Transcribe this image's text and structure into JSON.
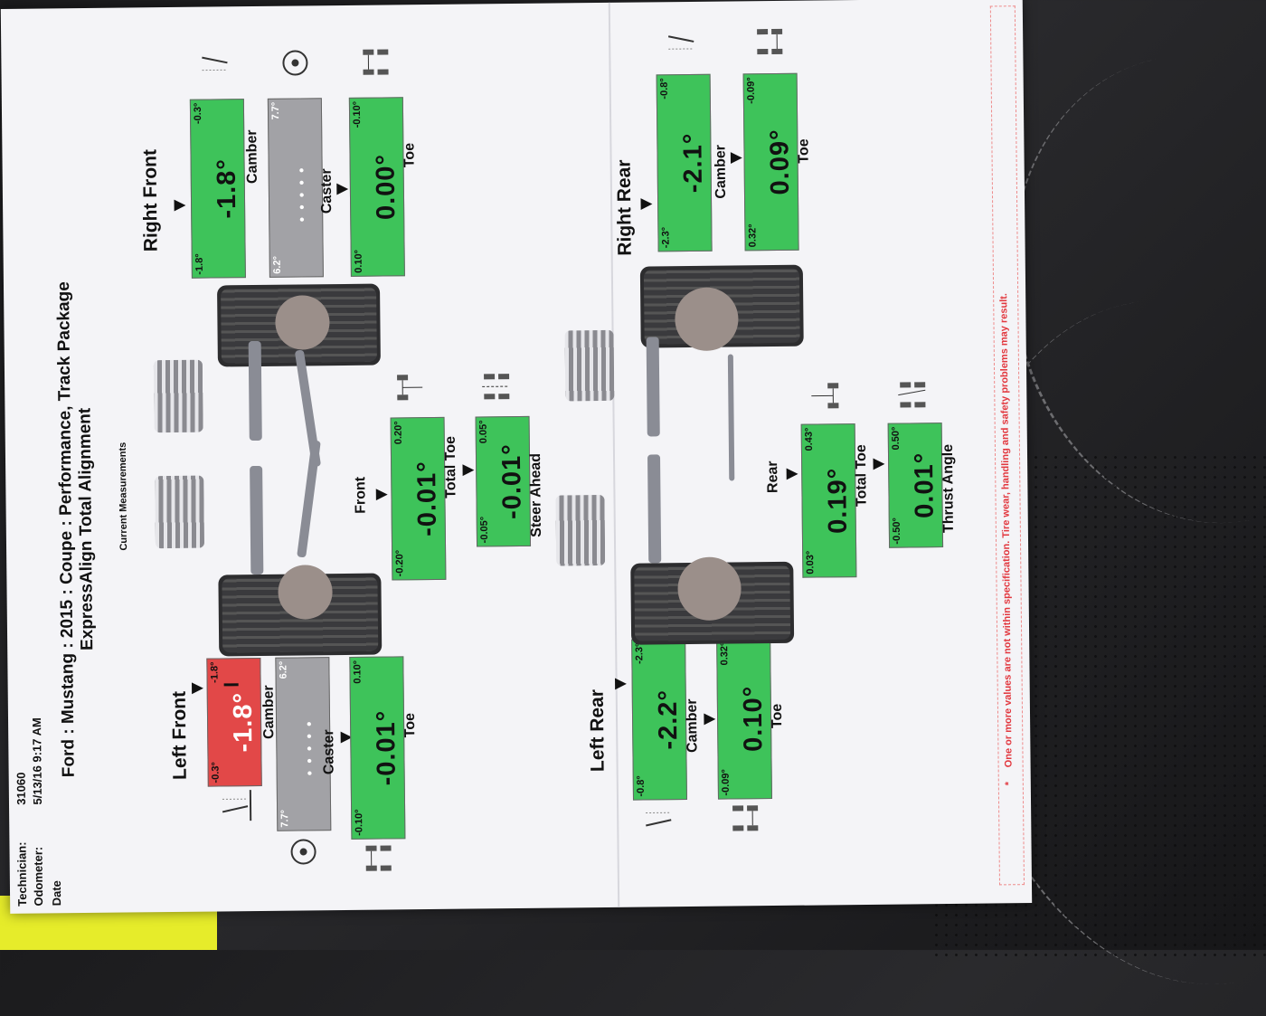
{
  "header": {
    "technician_label": "Technician:",
    "technician_value": "31060",
    "odometer_label": "Odometer:",
    "odometer_value": "5/13/16 9:17 AM",
    "date_label": "Date",
    "vehicle": "Ford : Mustang : 2015 : Coupe : Performance, Track Package",
    "service": "ExpressAlign Total Alignment",
    "current_measurements": "Current Measurements"
  },
  "left_front": {
    "title": "Left Front",
    "camber": {
      "label": "Camber",
      "min": "-0.3°",
      "max": "-1.8°",
      "value": "-1.8°",
      "status": "out-of-spec",
      "color": "#e24848"
    },
    "caster": {
      "label": "Caster",
      "min": "7.7°",
      "max": "6.2°",
      "status": "not-measured"
    },
    "toe": {
      "label": "Toe",
      "min": "-0.10°",
      "max": "0.10°",
      "value": "-0.01°"
    }
  },
  "right_front": {
    "title": "Right Front",
    "camber": {
      "label": "Camber",
      "min": "-1.8°",
      "max": "-0.3°",
      "value": "-1.8°"
    },
    "caster": {
      "label": "Caster",
      "min": "6.2°",
      "max": "7.7°"
    },
    "toe": {
      "label": "Toe",
      "min": "0.10°",
      "max": "-0.10°",
      "value": "0.00°"
    }
  },
  "front": {
    "title": "Front",
    "total_toe": {
      "label": "Total Toe",
      "min": "-0.20°",
      "max": "0.20°",
      "value": "-0.01°"
    },
    "steer_ahead": {
      "label": "Steer Ahead",
      "min": "-0.05°",
      "max": "0.05°",
      "value": "-0.01°"
    }
  },
  "left_rear": {
    "title": "Left Rear",
    "camber": {
      "label": "Camber",
      "min": "-0.8°",
      "max": "-2.3°",
      "value": "-2.2°"
    },
    "toe": {
      "label": "Toe",
      "min": "-0.09°",
      "max": "0.32°",
      "value": "0.10°"
    }
  },
  "right_rear": {
    "title": "Right Rear",
    "camber": {
      "label": "Camber",
      "min": "-2.3°",
      "max": "-0.8°",
      "value": "-2.1°"
    },
    "toe": {
      "label": "Toe",
      "min": "0.32°",
      "max": "-0.09°",
      "value": "0.09°"
    }
  },
  "rear": {
    "title": "Rear",
    "total_toe": {
      "label": "Total Toe",
      "min": "0.03°",
      "max": "0.43°",
      "value": "0.19°"
    },
    "thrust_angle": {
      "label": "Thrust Angle",
      "min": "-0.50°",
      "max": "0.50°",
      "value": "0.01°"
    }
  },
  "footer": {
    "star": "*",
    "note": "One or more values are not within specification.  Tire wear, handling and safety problems may result."
  },
  "colors": {
    "in_spec": "#3ec35a",
    "out_of_spec": "#e24848",
    "not_measured": "#a2a2a6",
    "warning_text": "#e2383f"
  }
}
